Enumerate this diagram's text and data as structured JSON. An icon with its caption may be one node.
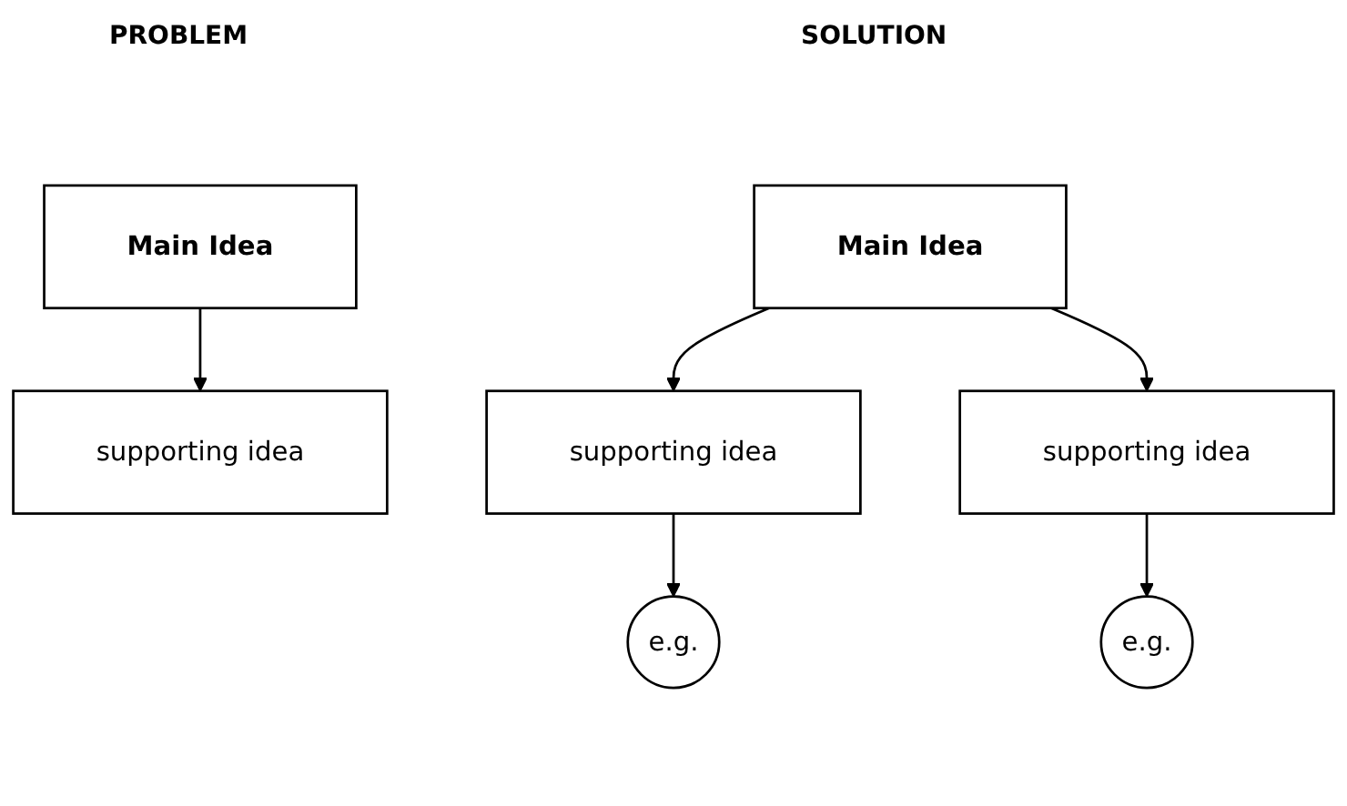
{
  "diagram": {
    "nodes": [
      {
        "text": [
          "Main Idea"
        ]
      },
      {
        "text": [
          "supporting idea"
        ]
      },
      {
        "text": [
          "Main Idea"
        ]
      },
      {
        "text": [
          "supporting idea"
        ]
      },
      {
        "text": [
          "supporting idea"
        ]
      },
      {
        "text": [
          "e.g."
        ]
      },
      {
        "text": [
          "e.g."
        ]
      }
    ],
    "edges": [
      {
        "from": 0,
        "to": 1,
        "arrow": "to"
      },
      {
        "from": 2,
        "to": 3,
        "arrow": "to"
      },
      {
        "from": 2,
        "to": 4,
        "arrow": "to"
      },
      {
        "from": 3,
        "to": 5,
        "arrow": "to"
      },
      {
        "from": 4,
        "to": 6,
        "arrow": "to"
      }
    ],
    "labels": [
      "PROBLEM",
      "SOLUTION"
    ]
  }
}
